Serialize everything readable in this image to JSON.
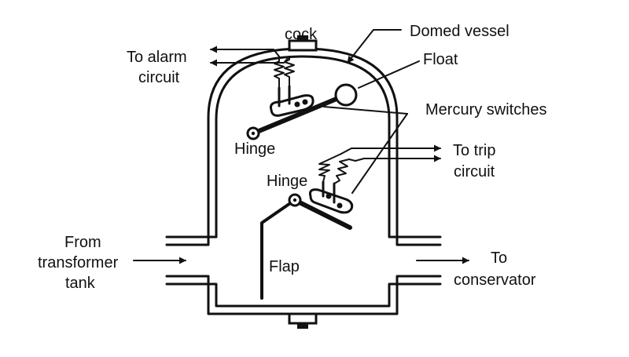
{
  "diagram": {
    "labels": {
      "cock": "cock",
      "domed_vessel": "Domed vessel",
      "to_alarm_line1": "To alarm",
      "to_alarm_line2": "circuit",
      "float": "Float",
      "mercury_switches": "Mercury switches",
      "hinge_upper": "Hinge",
      "to_trip_line1": "To trip",
      "to_trip_line2": "circuit",
      "hinge_lower": "Hinge",
      "from_line1": "From",
      "from_line2": "transformer",
      "from_line3": "tank",
      "flap": "Flap",
      "to_line1": "To",
      "to_line2": "conservator"
    },
    "colors": {
      "ink": "#111111",
      "background": "#ffffff"
    }
  }
}
